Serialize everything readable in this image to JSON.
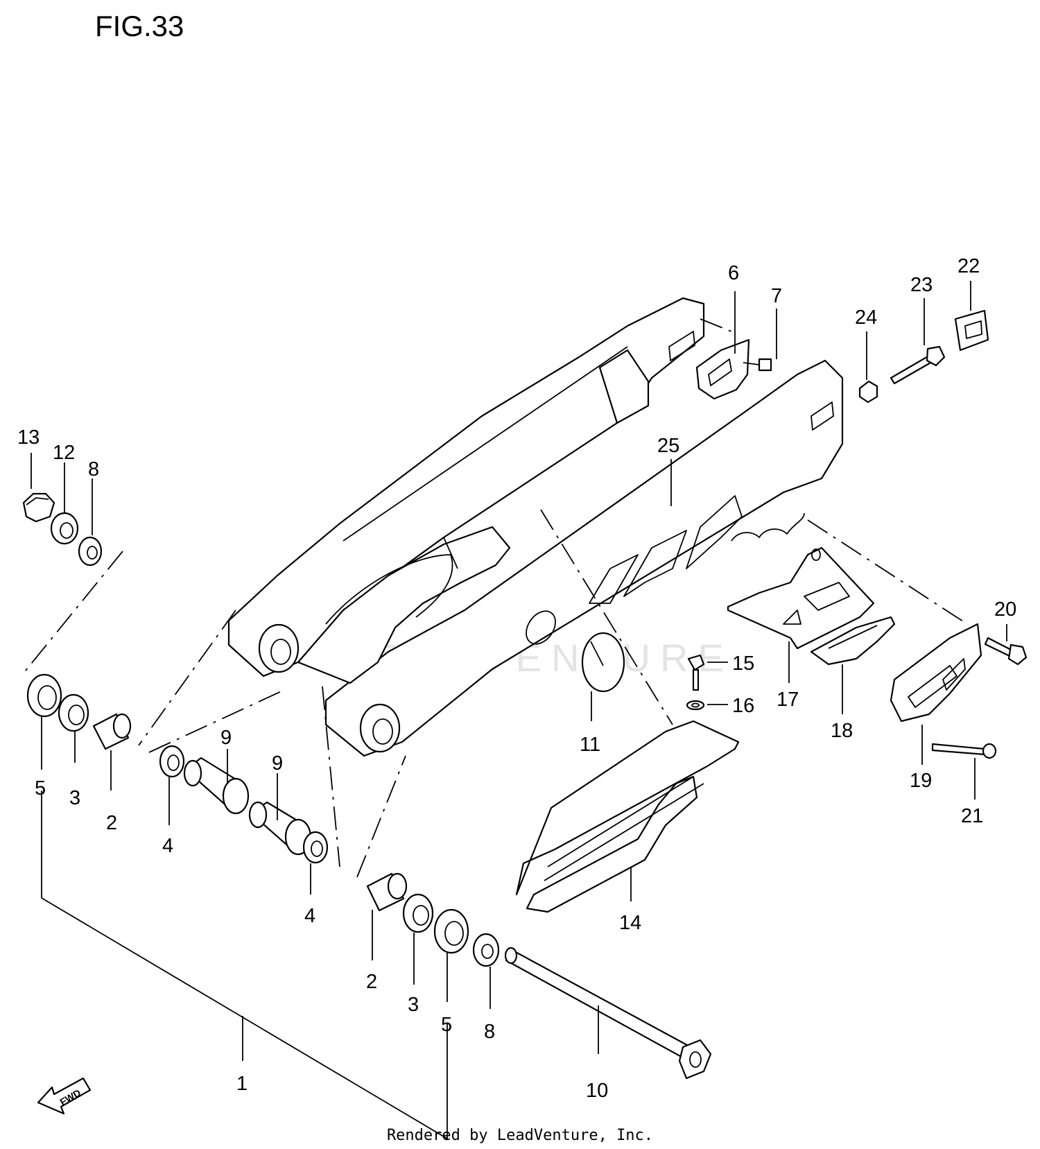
{
  "figure": {
    "title": "FIG.33"
  },
  "watermark": "LEADVENTURE",
  "credit": "Rendered by LeadVenture, Inc.",
  "direction_badge": "FWD",
  "callouts": {
    "c1": "1",
    "c2a": "2",
    "c2b": "2",
    "c3a": "3",
    "c3b": "3",
    "c4a": "4",
    "c4b": "4",
    "c5a": "5",
    "c5b": "5",
    "c6": "6",
    "c7": "7",
    "c8a": "8",
    "c8b": "8",
    "c9a": "9",
    "c9b": "9",
    "c10": "10",
    "c11": "11",
    "c12": "12",
    "c13": "13",
    "c14": "14",
    "c15": "15",
    "c16": "16",
    "c17": "17",
    "c18": "18",
    "c19": "19",
    "c20": "20",
    "c21": "21",
    "c22": "22",
    "c23": "23",
    "c24": "24",
    "c25": "25"
  }
}
